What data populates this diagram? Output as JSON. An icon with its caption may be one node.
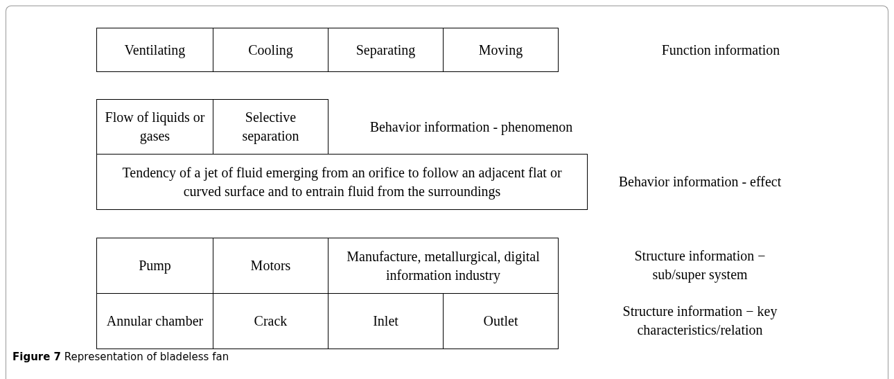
{
  "diagram": {
    "caption": "**Figure 7** Representation of bladeless fan",
    "nodes": [
      {
        "text": [
          "Ventilating"
        ]
      },
      {
        "text": [
          "Cooling"
        ]
      },
      {
        "text": [
          "Separating"
        ]
      },
      {
        "text": [
          "Moving"
        ]
      },
      {
        "text": [
          "Flow of liquids or gases"
        ]
      },
      {
        "text": [
          "Selective separation"
        ]
      },
      {
        "text": [
          "Tendency of a jet of fluid emerging from an orifice to follow an adjacent flat or curved surface and to entrain fluid from the surroundings"
        ]
      },
      {
        "text": [
          "Pump"
        ]
      },
      {
        "text": [
          "Motors"
        ]
      },
      {
        "text": [
          "Manufacture, metallurgical, digital information industry"
        ]
      },
      {
        "text": [
          "Annular chamber"
        ]
      },
      {
        "text": [
          "Crack"
        ]
      },
      {
        "text": [
          "Inlet"
        ]
      },
      {
        "text": [
          "Outlet"
        ]
      }
    ],
    "edges": [],
    "labels": [
      "Function information",
      "Behavior information - phenomenon",
      "Behavior information - effect",
      "Structure information − sub/super system",
      "Structure information − key characteristics/relation"
    ]
  }
}
